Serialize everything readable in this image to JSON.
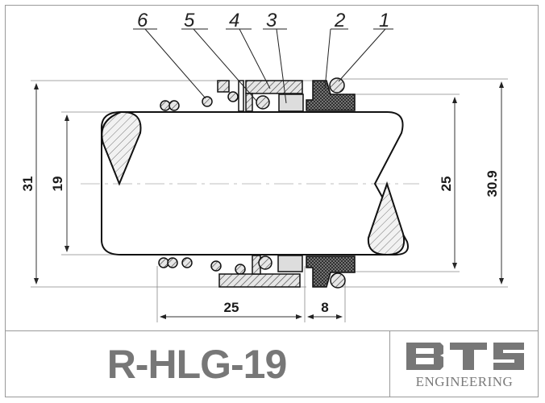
{
  "drawing": {
    "title": "R-HLG-19",
    "logo": {
      "mark": "BTS",
      "subtitle": "ENGINEERING",
      "color": "#777777"
    },
    "part_labels": [
      "1",
      "2",
      "3",
      "4",
      "5",
      "6"
    ],
    "dimensions": {
      "outer_left": "31",
      "inner_left": "19",
      "inner_right": "25",
      "outer_right": "30.9",
      "length_main": "25",
      "length_seat": "8"
    }
  }
}
